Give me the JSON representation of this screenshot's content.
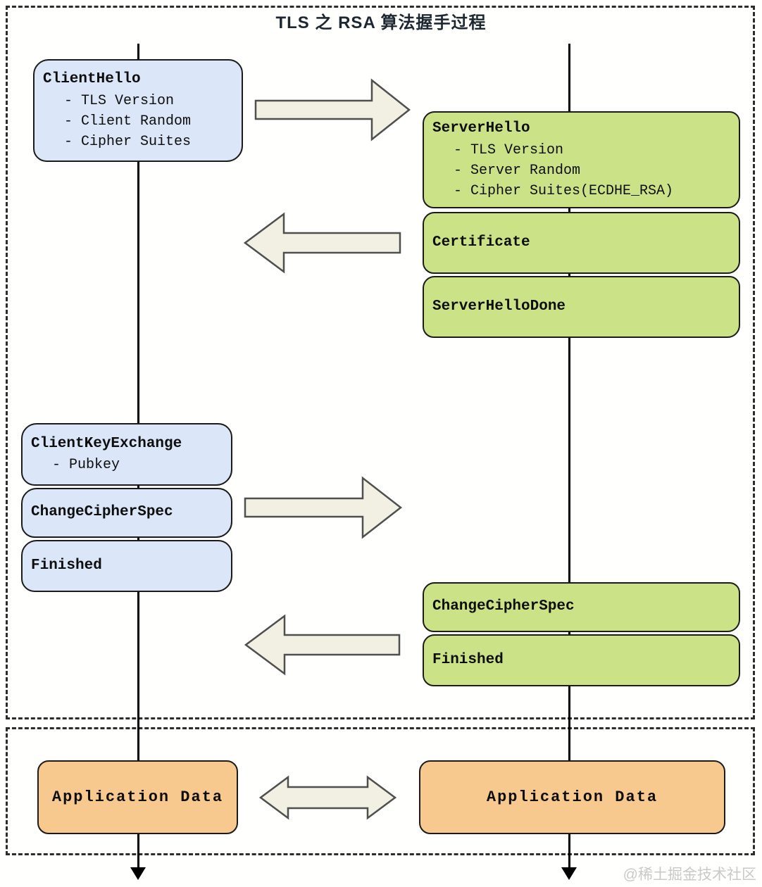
{
  "title": "TLS 之 RSA 算法握手过程",
  "watermark": "@稀土掘金技术社区",
  "colors": {
    "title-color": "#1d2732",
    "line-color": "#000000",
    "dash-color": "#2d2d2d",
    "box-border": "#1b1b1b",
    "client-fill": "#dbe6f8",
    "server-fill": "#cbe386",
    "app-fill": "#f8c98e",
    "arrow-fill": "#f2f0e2",
    "arrow-border": "#4f4f4f",
    "watermark-color": "#c9c9c9"
  },
  "client": {
    "lane": "client",
    "messages": [
      {
        "title": "ClientHello",
        "items": [
          "- TLS Version",
          "- Client Random",
          "- Cipher Suites"
        ]
      },
      {
        "title": "ClientKeyExchange",
        "items": [
          "- Pubkey"
        ]
      },
      {
        "title": "ChangeCipherSpec",
        "items": []
      },
      {
        "title": "Finished",
        "items": []
      },
      {
        "title": "Application Data",
        "items": []
      }
    ]
  },
  "server": {
    "lane": "server",
    "messages": [
      {
        "title": "ServerHello",
        "items": [
          "- TLS Version",
          "- Server Random",
          "- Cipher Suites(ECDHE_RSA)"
        ]
      },
      {
        "title": "Certificate",
        "items": []
      },
      {
        "title": "ServerHelloDone",
        "items": []
      },
      {
        "title": "ChangeCipherSpec",
        "items": []
      },
      {
        "title": "Finished",
        "items": []
      },
      {
        "title": "Application Data",
        "items": []
      }
    ]
  }
}
